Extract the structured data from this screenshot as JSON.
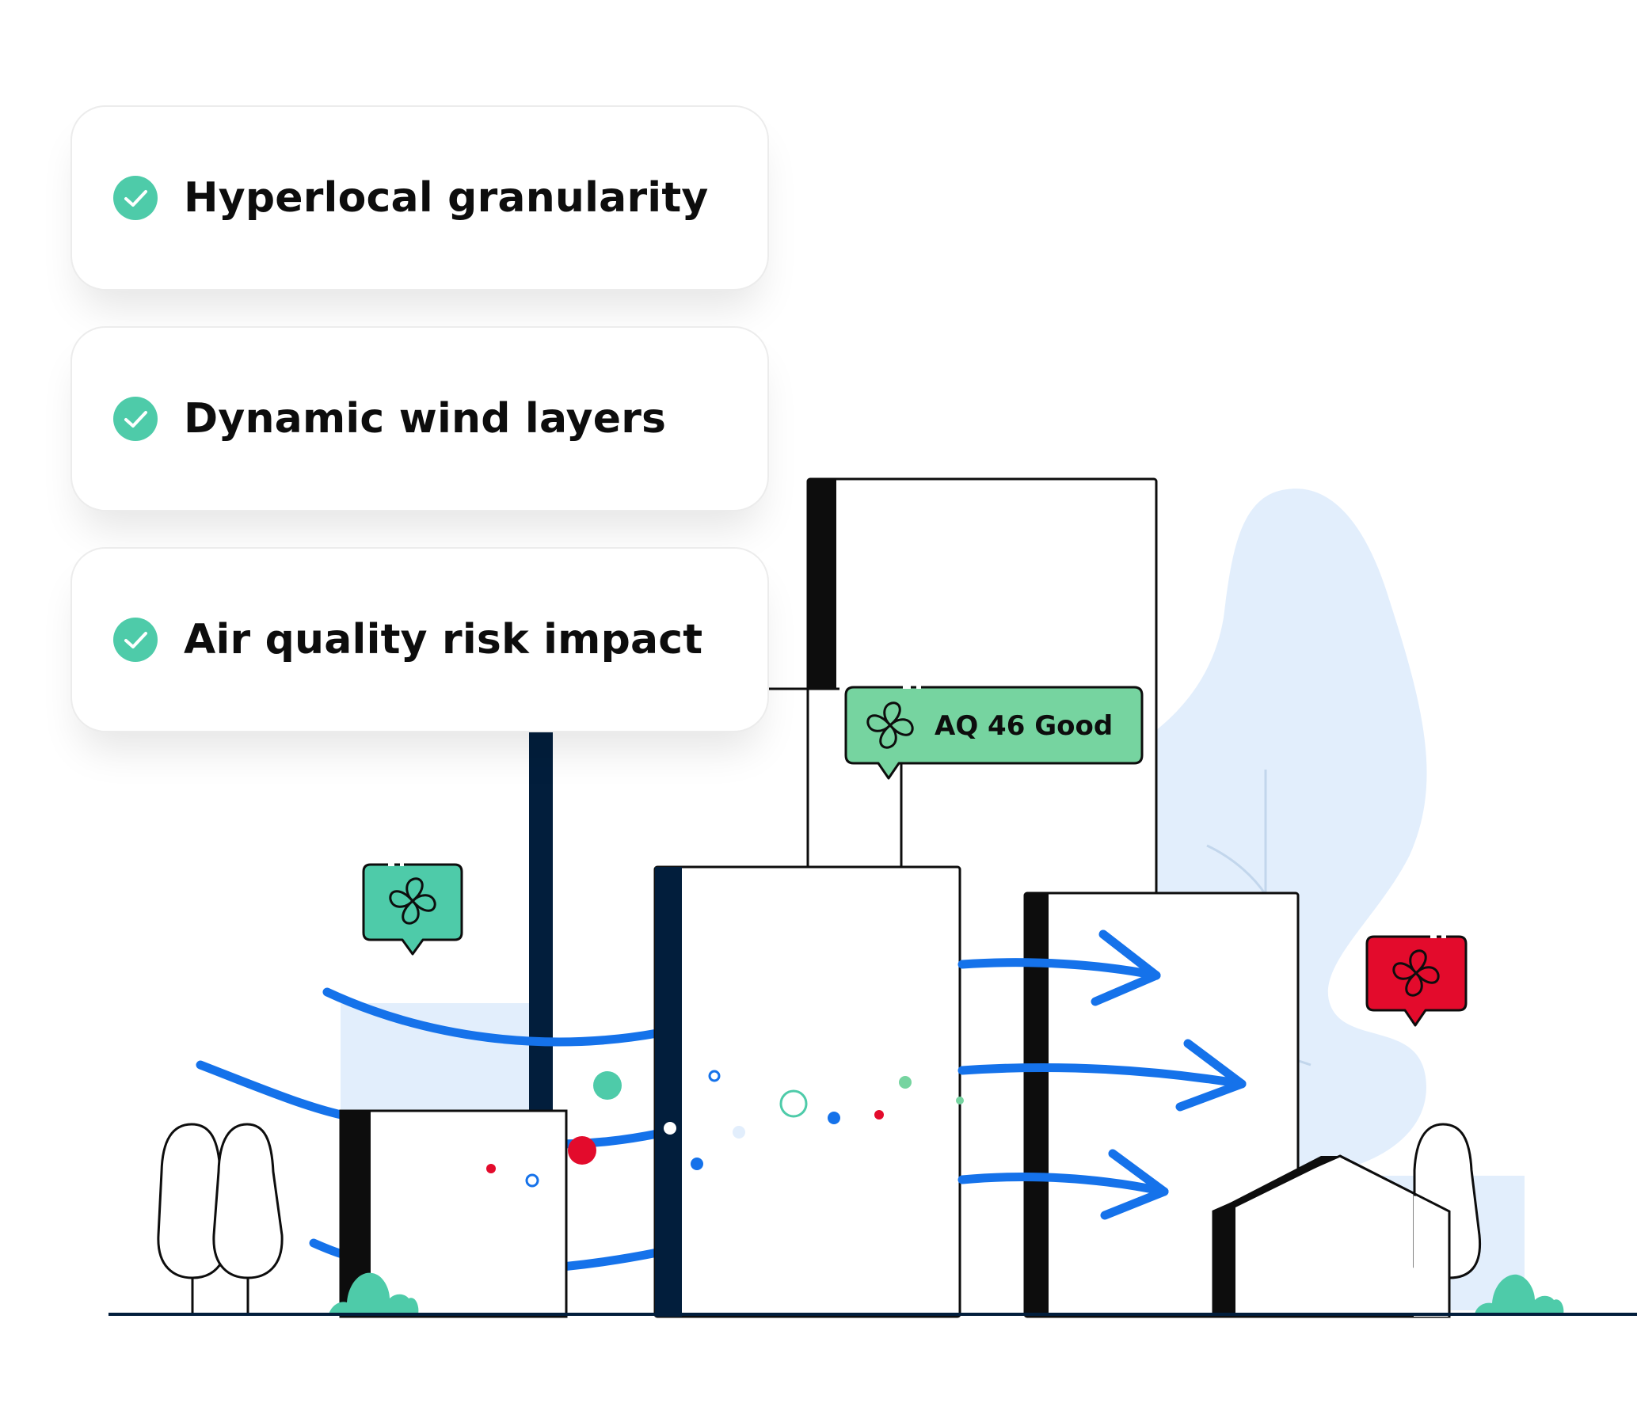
{
  "features": [
    {
      "label": "Hyperlocal granularity",
      "icon": "check-circle-icon"
    },
    {
      "label": "Dynamic wind layers",
      "icon": "check-circle-icon"
    },
    {
      "label": "Air quality risk impact",
      "icon": "check-circle-icon"
    }
  ],
  "air_quality_badge": {
    "label": "AQ 46 Good",
    "icon": "fan-icon"
  },
  "colors": {
    "check": "#4ecba9",
    "wind": "#1572ea",
    "good": "#76d4a0",
    "teal": "#4ecba9",
    "alert": "#e30b2c",
    "sky": "#e2eefc",
    "navy": "#021e3c",
    "ink": "#0d0d0d"
  }
}
